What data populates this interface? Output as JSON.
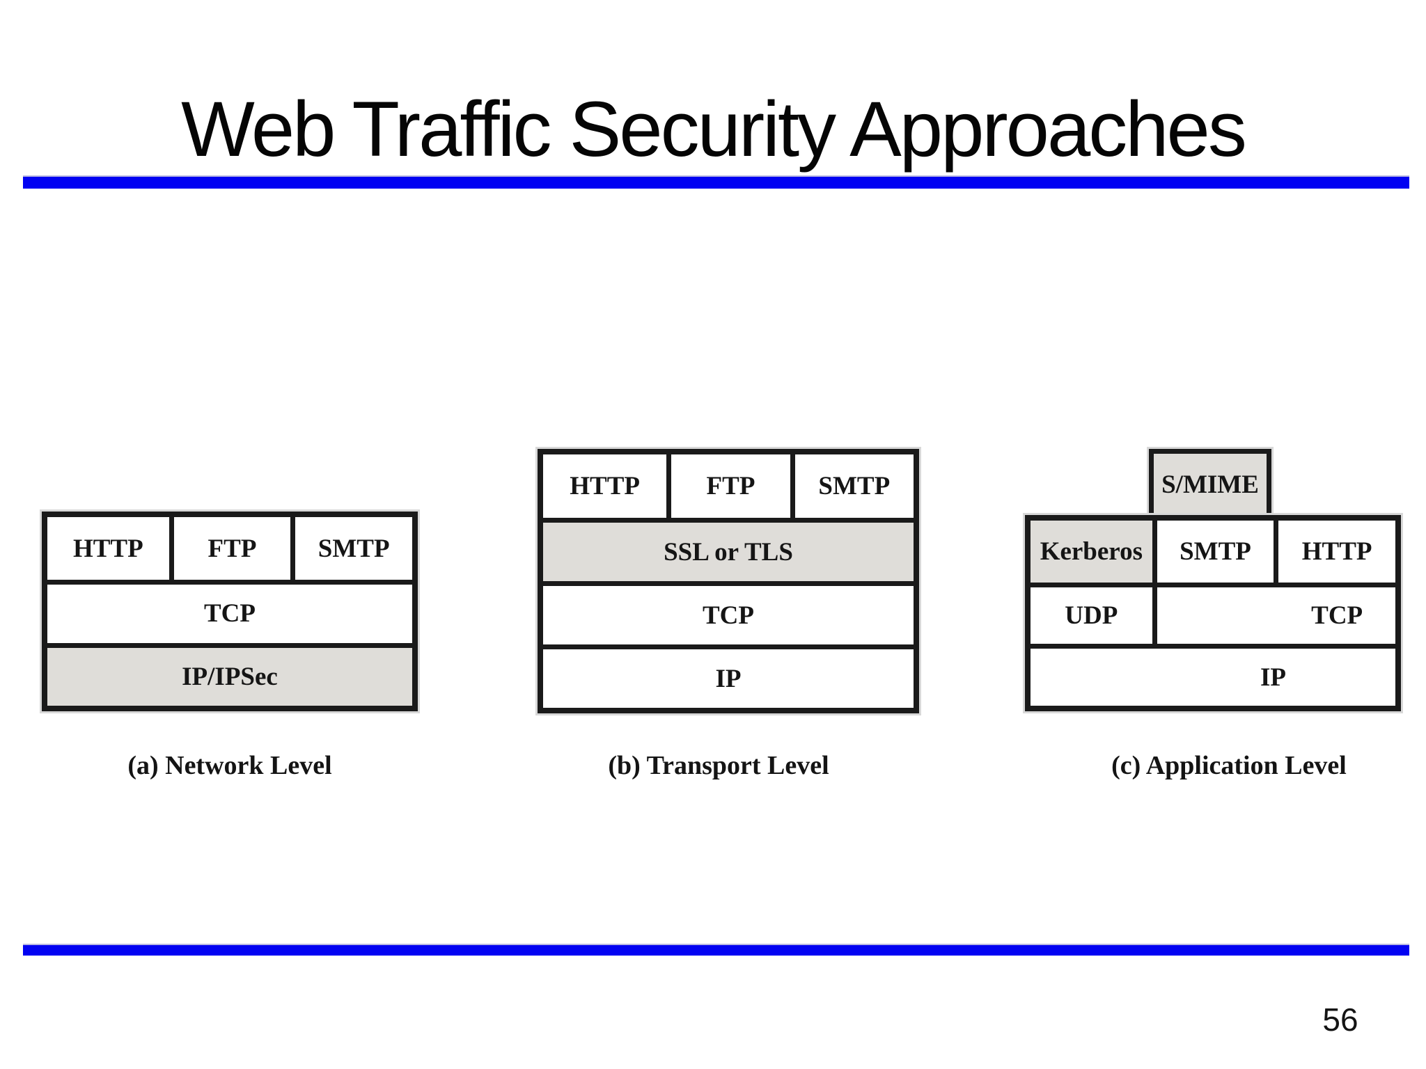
{
  "slide": {
    "title": "Web Traffic Security Approaches",
    "page_number": "56"
  },
  "colors": {
    "accent_rule_blue": "#0202f2",
    "box_border_black": "#1a1a1a",
    "shaded_cell_fill": "#dfddd9",
    "background": "#ffffff"
  },
  "network": {
    "caption": "(a) Network Level",
    "cells": {
      "http": "HTTP",
      "ftp": "FTP",
      "smtp": "SMTP",
      "tcp": "TCP",
      "ip": "IP/IPSec"
    }
  },
  "transport": {
    "caption": "(b) Transport Level",
    "cells": {
      "http": "HTTP",
      "ftp": "FTP",
      "smtp": "SMTP",
      "ssl": "SSL or TLS",
      "tcp": "TCP",
      "ip": "IP"
    }
  },
  "application": {
    "caption": "(c) Application Level",
    "cells": {
      "smime": "S/MIME",
      "kerberos": "Kerberos",
      "smtp": "SMTP",
      "http": "HTTP",
      "udp": "UDP",
      "tcp": "TCP",
      "ip": "IP"
    }
  }
}
